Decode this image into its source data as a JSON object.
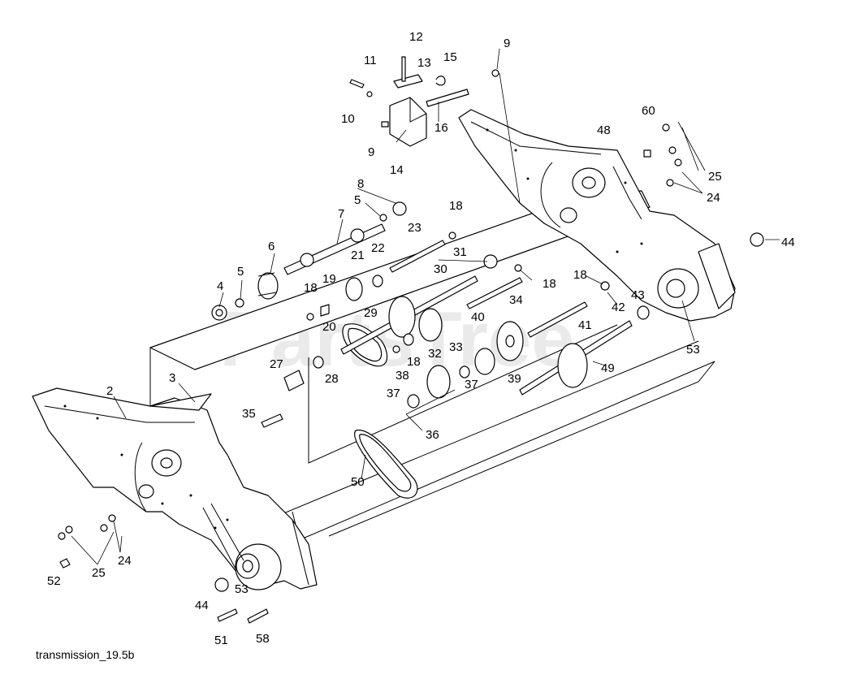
{
  "diagram": {
    "caption": "transmission_19.5b",
    "watermark": "PartsTree",
    "callouts": [
      "2",
      "3",
      "4",
      "5",
      "6",
      "7",
      "8",
      "9",
      "10",
      "11",
      "12",
      "13",
      "14",
      "15",
      "16",
      "18",
      "19",
      "20",
      "21",
      "22",
      "23",
      "24",
      "25",
      "27",
      "28",
      "29",
      "30",
      "31",
      "32",
      "33",
      "34",
      "35",
      "36",
      "37",
      "38",
      "39",
      "40",
      "41",
      "42",
      "43",
      "44",
      "48",
      "49",
      "50",
      "51",
      "52",
      "53",
      "58",
      "60"
    ]
  }
}
